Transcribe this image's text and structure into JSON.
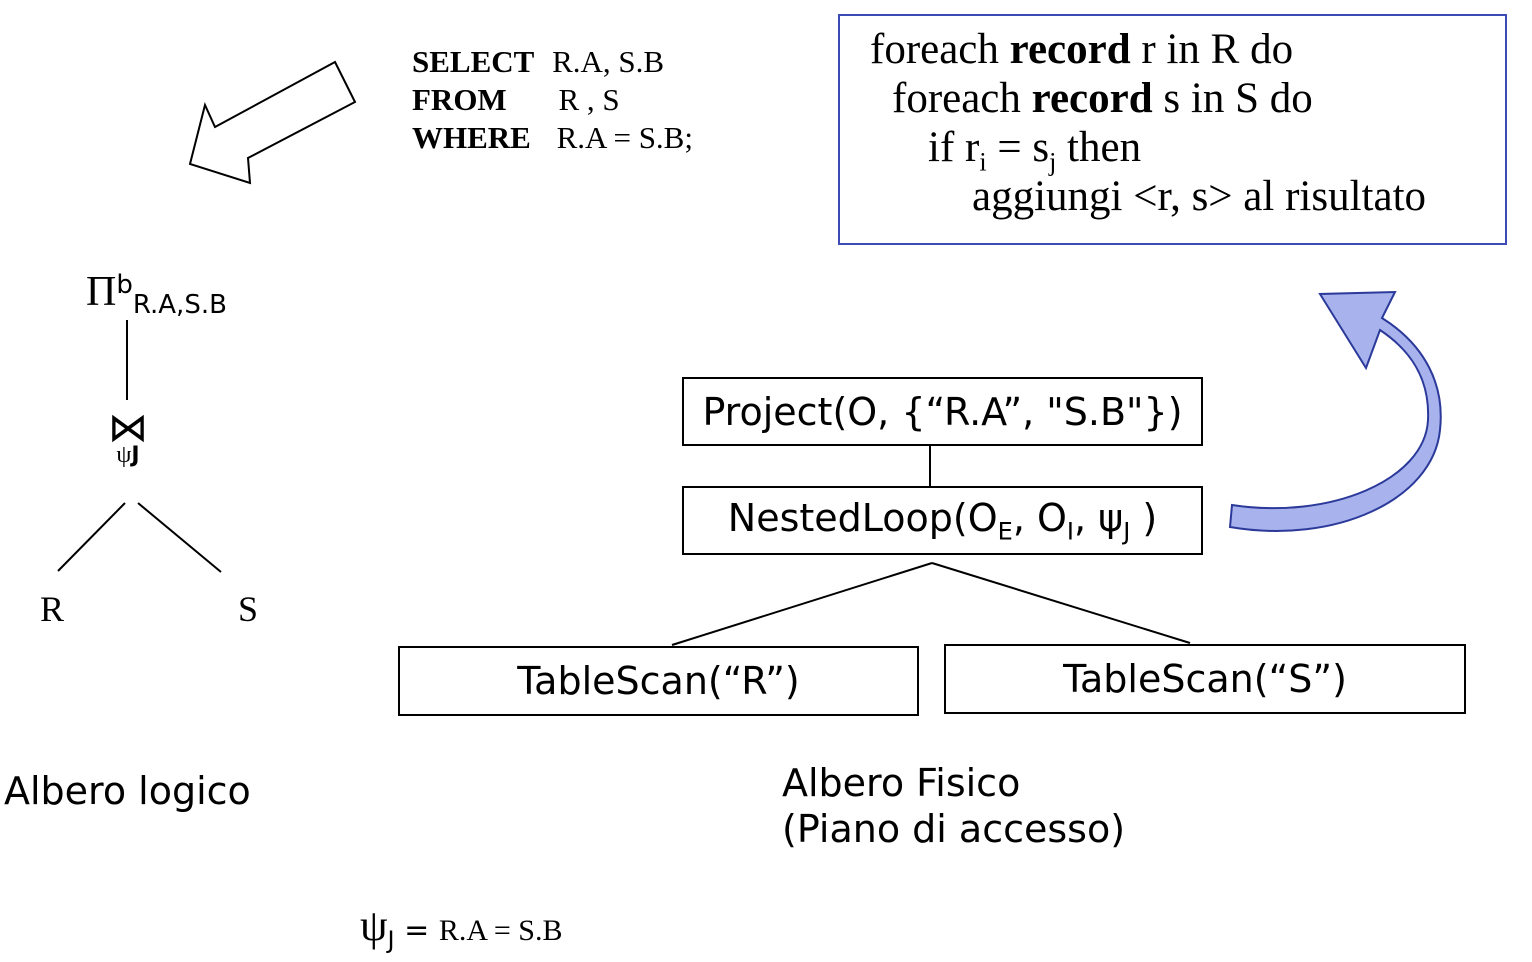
{
  "sql": {
    "line1_keyword": "SELECT",
    "line1_rest": "R.A,  S.B",
    "line2_keyword": "FROM",
    "line2_rest": "R ,  S",
    "line3_keyword": "WHERE",
    "line3_rest": "R.A = S.B;"
  },
  "pseudocode": {
    "line1_pre": "foreach ",
    "line1_bold": "record",
    "line1_post": " r in R do",
    "line2_pre": "foreach ",
    "line2_bold": "record",
    "line2_post": " s in S do",
    "line3_pre": "if r",
    "line3_sub_i": "i",
    "line3_mid": " = s",
    "line3_sub_j": "j",
    "line3_post": "  then",
    "line4": "aggiungi <r, s> al risultato"
  },
  "logical_tree": {
    "projection_symbol": "Π",
    "projection_sup": "b",
    "projection_sub": "R.A,S.B",
    "join_symbol": "⋈",
    "join_condition_symbol": "ψ",
    "join_condition_sub": "J",
    "leaf_left": "R",
    "leaf_right": "S",
    "caption": "Albero logico"
  },
  "physical_tree": {
    "project_node": "Project(O, {“R.A”, \"S.B\"})",
    "nestedloop_pre": "NestedLoop(O",
    "nestedloop_sub_e": "E",
    "nestedloop_mid1": ", O",
    "nestedloop_sub_i": "I",
    "nestedloop_mid2": ", ψ",
    "nestedloop_sub_j": "J",
    "nestedloop_post": " )",
    "scan_left": "TableScan(“R”)",
    "scan_right": "TableScan(“S”)",
    "caption_line1": "Albero Fisico",
    "caption_line2": "(Piano di accesso)"
  },
  "footnote": {
    "psi": "ψ",
    "sub": "J",
    "equals": " = ",
    "expr": "R.A = S.B"
  },
  "colors": {
    "code_box_border": "#3c4cb4",
    "curved_arrow_fill": "#a8b2ec",
    "curved_arrow_stroke": "#2b3a9a"
  }
}
